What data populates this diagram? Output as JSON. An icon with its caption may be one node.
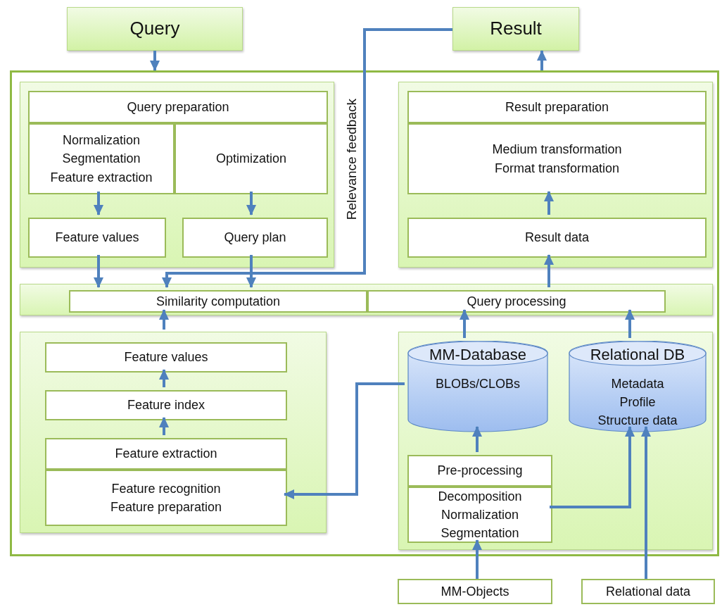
{
  "diagram": {
    "nodes": [
      {
        "text": [
          "Query"
        ]
      },
      {
        "text": [
          "Result"
        ]
      },
      {
        "text": [],
        "shape": "box"
      },
      {
        "text": [],
        "shape": "box",
        "in": 2
      },
      {
        "text": [
          "Query preparation"
        ],
        "in": 3
      },
      {
        "text": [
          "Normalization Segmentation Feature extraction"
        ],
        "in": 3
      },
      {
        "text": [
          "Optimization"
        ],
        "in": 3
      },
      {
        "text": [
          "Feature values"
        ],
        "in": 3
      },
      {
        "text": [
          "Query plan"
        ],
        "in": 3
      },
      {
        "text": [],
        "shape": "box",
        "in": 2
      },
      {
        "text": [
          "Result preparation"
        ],
        "in": 9
      },
      {
        "text": [
          "Medium transformation Format transformation"
        ],
        "in": 9
      },
      {
        "text": [
          "Result data"
        ],
        "in": 9
      },
      {
        "text": [],
        "shape": "box",
        "in": 2
      },
      {
        "text": [
          "Similarity computation"
        ],
        "in": 13
      },
      {
        "text": [
          "Query processing"
        ],
        "in": 13
      },
      {
        "text": [],
        "shape": "box",
        "in": 2
      },
      {
        "text": [
          "Feature values"
        ],
        "in": 16
      },
      {
        "text": [
          "Feature index"
        ],
        "in": 16
      },
      {
        "text": [
          "Feature extraction"
        ],
        "in": 16
      },
      {
        "text": [
          "Feature recognition Feature preparation"
        ],
        "in": 16
      },
      {
        "text": [],
        "shape": "box",
        "in": 2
      },
      {
        "text": [
          "MM-Database",
          "BLOBs/CLOBs"
        ],
        "in": 21
      },
      {
        "text": [
          "Relational DB",
          "Metadata Profile Structure data"
        ],
        "in": 21
      },
      {
        "text": [
          "Pre-processing"
        ],
        "in": 21
      },
      {
        "text": [
          "Decomposition Normalization Segmentation"
        ],
        "in": 21
      },
      {
        "text": [
          "MM-Objects"
        ]
      },
      {
        "text": [
          "Relational data"
        ]
      }
    ],
    "edges": [
      {
        "from": 0,
        "to": 2,
        "arrow": "to"
      },
      {
        "from": 2,
        "to": 1,
        "arrow": "to"
      },
      {
        "from": 1,
        "to": 14,
        "label": "Relevance feedback",
        "arrow": "to"
      },
      {
        "from": 5,
        "to": 7,
        "arrow": "to"
      },
      {
        "from": 6,
        "to": 8,
        "arrow": "to"
      },
      {
        "from": 7,
        "to": 14,
        "arrow": "to"
      },
      {
        "from": 8,
        "to": 14,
        "arrow": "to"
      },
      {
        "from": 12,
        "to": 11,
        "arrow": "to"
      },
      {
        "from": 15,
        "to": 12,
        "arrow": "to"
      },
      {
        "from": 16,
        "to": 14,
        "arrow": "to"
      },
      {
        "from": 18,
        "to": 17,
        "arrow": "to"
      },
      {
        "from": 19,
        "to": 18,
        "arrow": "to"
      },
      {
        "from": 22,
        "to": 20,
        "arrow": "to"
      },
      {
        "from": 22,
        "to": 15,
        "arrow": "to"
      },
      {
        "from": 23,
        "to": 15,
        "arrow": "to"
      },
      {
        "from": 24,
        "to": 22,
        "arrow": "to"
      },
      {
        "from": 25,
        "to": 23,
        "arrow": "to"
      },
      {
        "from": 26,
        "to": 25,
        "arrow": "to"
      },
      {
        "from": 27,
        "to": 23,
        "arrow": "to"
      }
    ]
  }
}
